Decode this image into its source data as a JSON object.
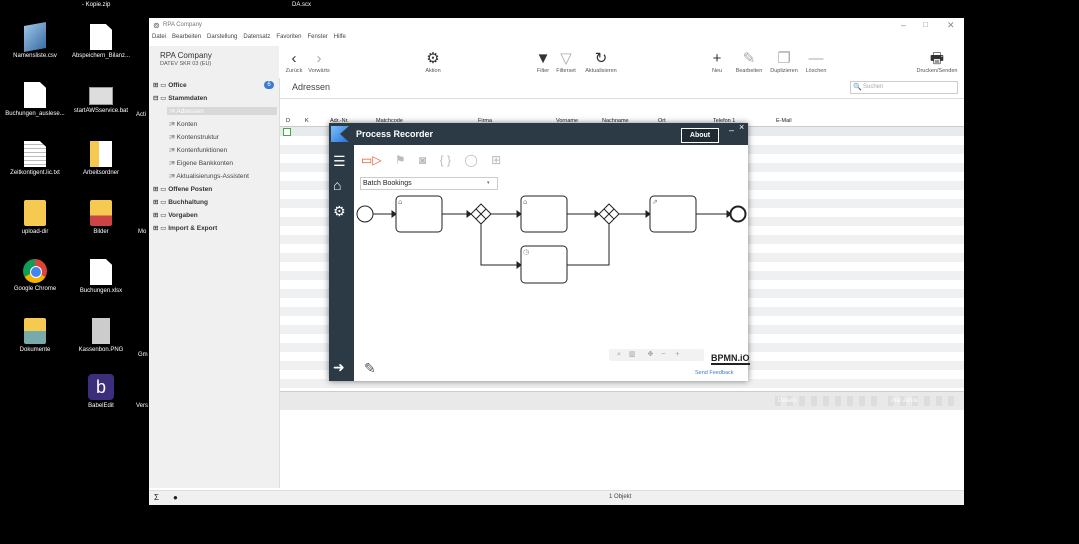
{
  "desktop": {
    "top_labels": [
      "- Kopie.zip",
      "DA.scx"
    ],
    "icons": [
      {
        "label": "Namensliste.csv",
        "icon": "csv-file-icon"
      },
      {
        "label": "Abspeichern_Bilanz...",
        "icon": "document-icon"
      },
      {
        "label": "Buchungen_auslese...",
        "icon": "document-icon"
      },
      {
        "label": "startAWSservice.bat",
        "icon": "batch-file-icon"
      },
      {
        "label": "Zeitkontigent.lic.txt",
        "icon": "text-file-icon"
      },
      {
        "label": "Arbeitsordner",
        "icon": "folder-icon"
      },
      {
        "label": "upload-dir",
        "icon": "folder-icon"
      },
      {
        "label": "Bilder",
        "icon": "pictures-folder-icon"
      },
      {
        "label": "Google Chrome",
        "icon": "chrome-icon"
      },
      {
        "label": "Buchungen.xlsx",
        "icon": "document-icon"
      },
      {
        "label": "Dokumente",
        "icon": "documents-folder-icon"
      },
      {
        "label": "Kassenbon.PNG",
        "icon": "image-file-icon"
      },
      {
        "label": "BabelEdit",
        "icon": "babeledit-icon"
      }
    ],
    "partial_labels": [
      "Acti",
      "Mo",
      "Gm",
      "Vers"
    ]
  },
  "app": {
    "title": "RPA Company",
    "menu": [
      "Datei",
      "Bearbeiten",
      "Darstellung",
      "Datensatz",
      "Favoriten",
      "Fenster",
      "Hilfe"
    ],
    "company_name": "RPA Company",
    "company_sub": "DATEV SKR 03 (EU)",
    "toolbar": {
      "back": "Zurück",
      "forward": "Vorwärts",
      "action": "Aktion",
      "filter": "Filter",
      "filterset": "Filterset",
      "refresh": "Aktualisieren",
      "new": "Neu",
      "edit": "Bearbeiten",
      "duplicate": "Duplizieren",
      "delete": "Löschen",
      "print": "Drucken/Senden"
    },
    "tree": {
      "office": "Office",
      "office_badge": "6",
      "stammdaten": "Stammdaten",
      "items": [
        "Adressen",
        "Konten",
        "Kontenstruktur",
        "Kontenfunktionen",
        "Eigene Bankkonten",
        "Aktualisierungs-Assistent"
      ],
      "offene_posten": "Offene Posten",
      "buchhaltung": "Buchhaltung",
      "vorgaben": "Vorgaben",
      "import_export": "Import & Export"
    },
    "tab_title": "Adressen",
    "search_placeholder": "Suchen",
    "columns": [
      "D",
      "K",
      "Adr.-Nr.",
      "Matchcode",
      "Firma",
      "Vorname",
      "Nachname",
      "Ort",
      "Telefon 1",
      "E-Mail"
    ],
    "details_label": "Details",
    "years_label": "Alle Jahre",
    "status_count": "1 Objekt",
    "status_sigma": "Σ"
  },
  "recorder": {
    "title": "Process Recorder",
    "about": "About",
    "process_select": "Batch Bookings",
    "bpmn_logo": "BPMN.iO",
    "feedback": "Send Feedback"
  }
}
